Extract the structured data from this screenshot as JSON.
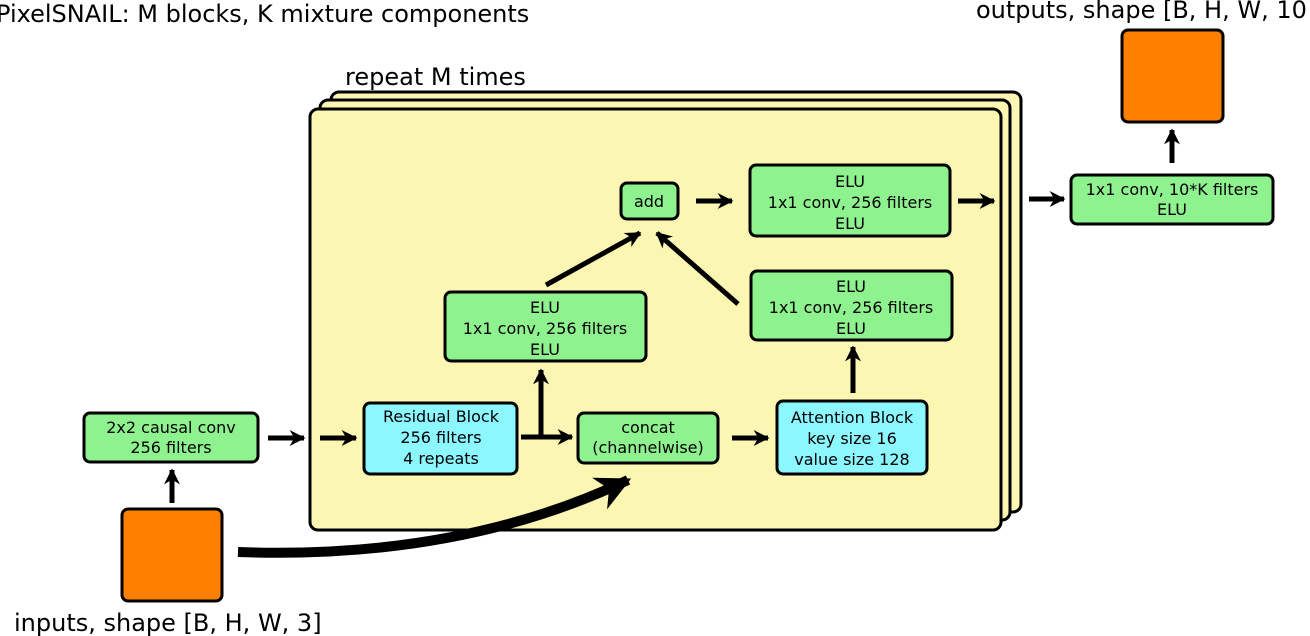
{
  "title": "PixelSNAIL: M blocks, K mixture components",
  "outputs_label": "outputs, shape [B, H, W, 10",
  "inputs_label": "inputs, shape [B, H, W, 3]",
  "repeat_label": "repeat M times",
  "boxes": {
    "causal_conv": [
      "2x2 causal conv",
      "256 filters"
    ],
    "residual": [
      "Residual Block",
      "256 filters",
      "4 repeats"
    ],
    "concat": [
      "concat",
      "(channelwise)"
    ],
    "attention": [
      "Attention Block",
      "key size 16",
      "value size 128"
    ],
    "elu_left": [
      "ELU",
      "1x1 conv, 256 filters",
      "ELU"
    ],
    "elu_right": [
      "ELU",
      "1x1 conv, 256 filters",
      "ELU"
    ],
    "add": [
      "add"
    ],
    "elu_top": [
      "ELU",
      "1x1 conv, 256 filters",
      "ELU"
    ],
    "final_conv": [
      "1x1 conv, 10*K filters",
      "ELU"
    ]
  },
  "colors": {
    "green": "#8ef28e",
    "cyan": "#8cf7ff",
    "orange": "#ff7f00",
    "panel": "#fbf7b3"
  }
}
